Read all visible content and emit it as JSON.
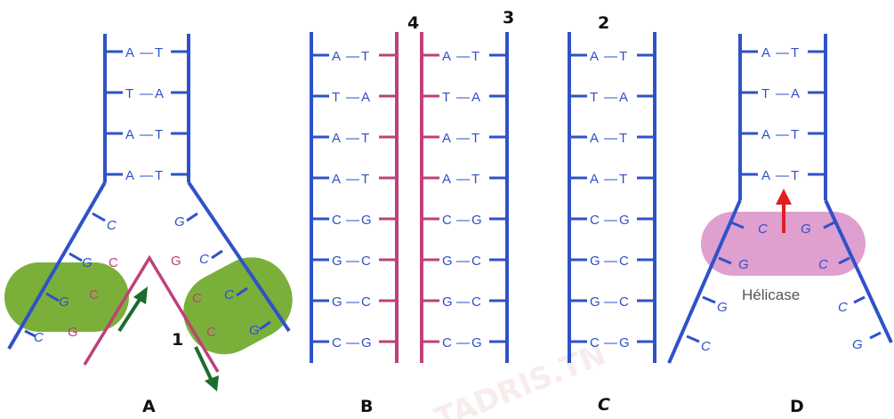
{
  "panels": {
    "A": {
      "label": "A",
      "pairs": [
        [
          "A",
          "T"
        ],
        [
          "T",
          "A"
        ],
        [
          "A",
          "T"
        ],
        [
          "A",
          "T"
        ]
      ],
      "left_bases": [
        "C",
        "G",
        "G",
        "C"
      ],
      "right_bases": [
        "G",
        "C",
        "C",
        "G"
      ],
      "new_left": [
        "C",
        "C",
        "G"
      ],
      "new_right": [
        "G",
        "C",
        "C"
      ],
      "number": "1"
    },
    "B": {
      "label": "B",
      "pairs": [
        [
          "A",
          "T"
        ],
        [
          "T",
          "A"
        ],
        [
          "A",
          "T"
        ],
        [
          "A",
          "T"
        ],
        [
          "C",
          "G"
        ],
        [
          "G",
          "C"
        ],
        [
          "G",
          "C"
        ],
        [
          "C",
          "G"
        ]
      ],
      "number_mid": "4",
      "number_right": "3"
    },
    "C": {
      "label": "C",
      "pairs": [
        [
          "A",
          "T"
        ],
        [
          "T",
          "A"
        ],
        [
          "A",
          "T"
        ],
        [
          "A",
          "T"
        ],
        [
          "C",
          "G"
        ],
        [
          "G",
          "C"
        ],
        [
          "G",
          "C"
        ],
        [
          "C",
          "G"
        ]
      ],
      "number": "2"
    },
    "D": {
      "label": "D",
      "pairs": [
        [
          "A",
          "T"
        ],
        [
          "T",
          "A"
        ],
        [
          "A",
          "T"
        ],
        [
          "A",
          "T"
        ]
      ],
      "left_bases": [
        "C",
        "G",
        "G",
        "C"
      ],
      "right_bases": [
        "G",
        "C",
        "C",
        "G"
      ],
      "enzyme": "Hélicase"
    }
  },
  "watermark": "TADRIS.TN",
  "colors": {
    "strand": "#2f52c9",
    "new_strand": "#c0407a",
    "enzyme": "#7ab03a",
    "helicase": "#d98fc8",
    "arrow_red": "#e02020",
    "arrow_green": "#1e6b2e"
  }
}
